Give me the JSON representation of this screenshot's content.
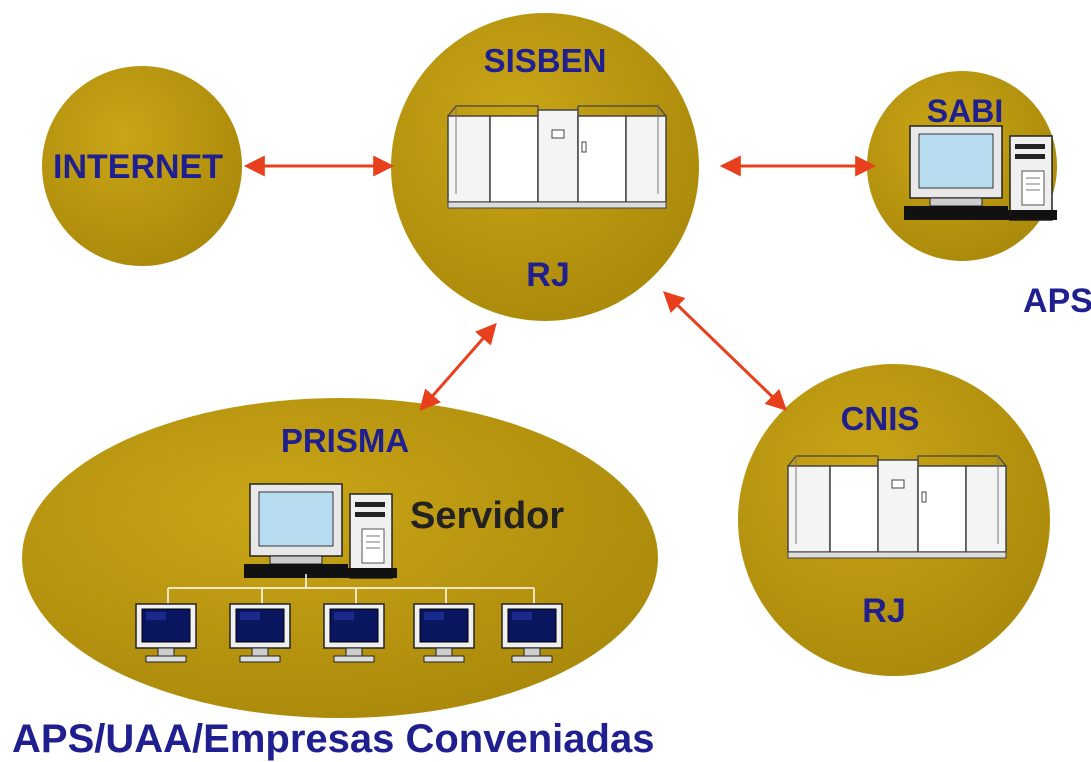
{
  "nodes": {
    "internet": {
      "label": "INTERNET"
    },
    "sisben": {
      "label": "SISBEN",
      "location": "RJ"
    },
    "sabi": {
      "label": "SABI",
      "site": "APS"
    },
    "prisma": {
      "label": "PRISMA",
      "server_label": "Servidor",
      "site": "APS/UAA/Empresas Conveniadas"
    },
    "cnis": {
      "label": "CNIS",
      "location": "RJ"
    }
  },
  "colors": {
    "node_fill": "#b8960a",
    "text": "#1f1f8f",
    "arrow": "#e8401c",
    "background": "#ffffff"
  }
}
